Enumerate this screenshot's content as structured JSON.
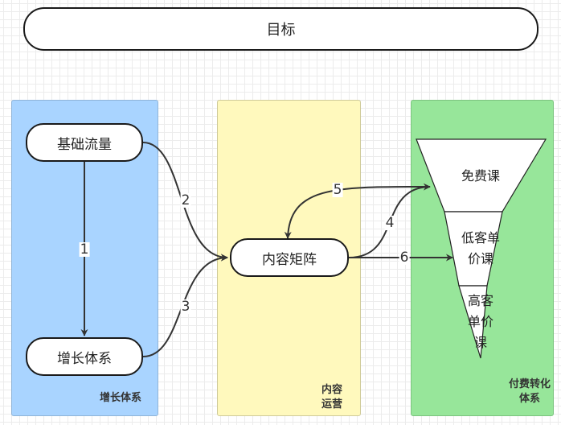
{
  "goal": {
    "label": "目标"
  },
  "lanes": [
    {
      "id": "growth",
      "label": "增长体系",
      "fill": "#a9d4ff",
      "stroke": "#8fb4d8"
    },
    {
      "id": "content",
      "label_lines": [
        "内容",
        "运营"
      ],
      "fill": "#fff9bd",
      "stroke": "#d0cc9a"
    },
    {
      "id": "paid",
      "label_lines": [
        "付费转化",
        "体系"
      ],
      "fill": "#97e69a",
      "stroke": "#7cc47f"
    }
  ],
  "nodes": {
    "base_traffic": "基础流量",
    "growth_system": "增长体系",
    "content_matrix": "内容矩阵"
  },
  "funnel": {
    "levels": [
      {
        "label": "免费课"
      },
      {
        "label_lines": [
          "低客单",
          "价课"
        ]
      },
      {
        "label_lines": [
          "高客",
          "单价",
          "课"
        ]
      }
    ]
  },
  "edges": [
    {
      "label": "1",
      "from": "基础流量",
      "to": "增长体系"
    },
    {
      "label": "2",
      "from": "基础流量",
      "to": "内容矩阵"
    },
    {
      "label": "3",
      "from": "增长体系",
      "to": "内容矩阵"
    },
    {
      "label": "4",
      "from": "内容矩阵",
      "to": "免费课"
    },
    {
      "label": "5",
      "from": "免费课",
      "to": "内容矩阵"
    },
    {
      "label": "6",
      "from": "内容矩阵",
      "to": "低客单价课"
    }
  ]
}
